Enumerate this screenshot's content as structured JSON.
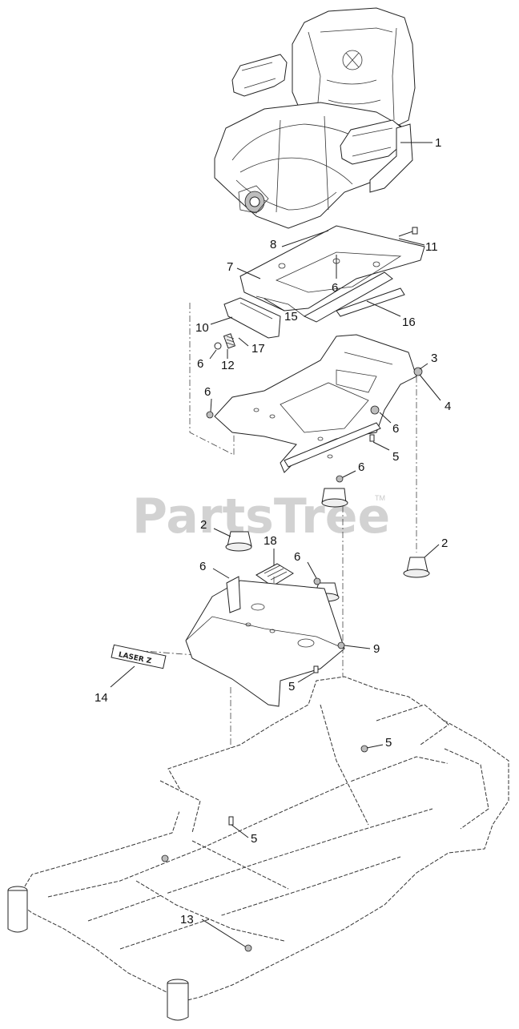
{
  "watermark": {
    "text": "PartsTree",
    "trademark": "TM"
  },
  "decal": {
    "text": "LASER Z"
  },
  "callouts": [
    {
      "id": "c1",
      "label": "1"
    },
    {
      "id": "c8",
      "label": "8"
    },
    {
      "id": "c11",
      "label": "11"
    },
    {
      "id": "c7",
      "label": "7"
    },
    {
      "id": "c6a",
      "label": "6"
    },
    {
      "id": "c15",
      "label": "15"
    },
    {
      "id": "c16",
      "label": "16"
    },
    {
      "id": "c10",
      "label": "10"
    },
    {
      "id": "c17",
      "label": "17"
    },
    {
      "id": "c6b",
      "label": "6"
    },
    {
      "id": "c12",
      "label": "12"
    },
    {
      "id": "c3",
      "label": "3"
    },
    {
      "id": "c4",
      "label": "4"
    },
    {
      "id": "c6c",
      "label": "6"
    },
    {
      "id": "c6d",
      "label": "6"
    },
    {
      "id": "c5a",
      "label": "5"
    },
    {
      "id": "c6e",
      "label": "6"
    },
    {
      "id": "c2a",
      "label": "2"
    },
    {
      "id": "c18",
      "label": "18"
    },
    {
      "id": "c2b",
      "label": "2"
    },
    {
      "id": "c6f",
      "label": "6"
    },
    {
      "id": "c6g",
      "label": "6"
    },
    {
      "id": "c9",
      "label": "9"
    },
    {
      "id": "c14",
      "label": "14"
    },
    {
      "id": "c5b",
      "label": "5"
    },
    {
      "id": "c5c",
      "label": "5"
    },
    {
      "id": "c5d",
      "label": "5"
    },
    {
      "id": "c13",
      "label": "13"
    }
  ]
}
